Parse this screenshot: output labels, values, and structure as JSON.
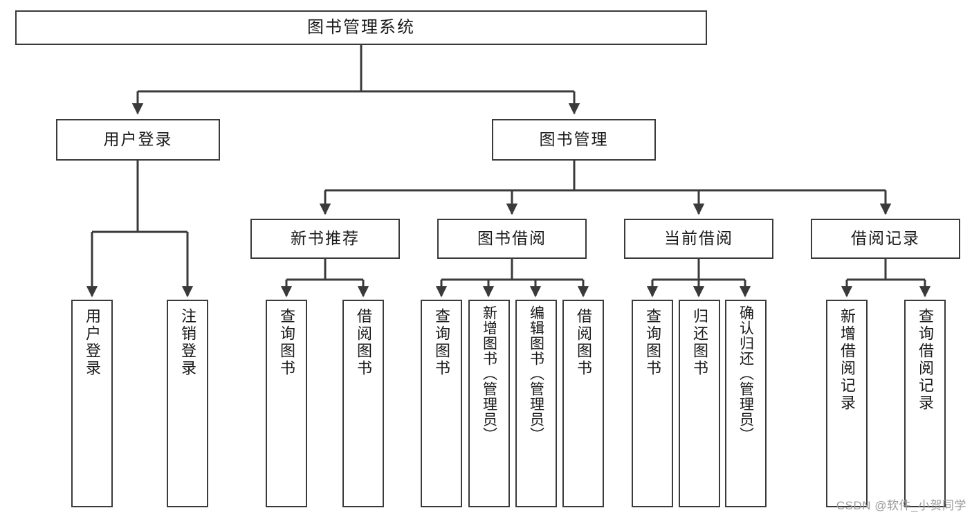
{
  "diagram": {
    "title": "图书管理系统",
    "watermark": "CSDN @软件_小贺同学",
    "colors": {
      "background": "#ffffff",
      "node_border": "#3a3a3a",
      "node_fill": "#ffffff",
      "edge": "#3a3a3a",
      "text": "#1a1a1a",
      "watermark": "#9b9b9b"
    },
    "root": {
      "label": "图书管理系统"
    },
    "level2": [
      {
        "label": "用户登录"
      },
      {
        "label": "图书管理"
      }
    ],
    "level3": [
      {
        "label": "新书推荐"
      },
      {
        "label": "图书借阅"
      },
      {
        "label": "当前借阅"
      },
      {
        "label": "借阅记录"
      }
    ],
    "leaves": {
      "user_login": [
        {
          "label": "用户登录"
        },
        {
          "label": "注销登录"
        }
      ],
      "new_book_recommend": [
        {
          "label": "查询图书"
        },
        {
          "label": "借阅图书"
        }
      ],
      "book_borrow": [
        {
          "label": "查询图书"
        },
        {
          "label": "新增图书（管理员）"
        },
        {
          "label": "编辑图书（管理员）"
        },
        {
          "label": "借阅图书"
        }
      ],
      "current_borrow": [
        {
          "label": "查询图书"
        },
        {
          "label": "归还图书"
        },
        {
          "label": "确认归还（管理员）"
        }
      ],
      "borrow_record": [
        {
          "label": "新增借阅记录"
        },
        {
          "label": "查询借阅记录"
        }
      ]
    }
  }
}
